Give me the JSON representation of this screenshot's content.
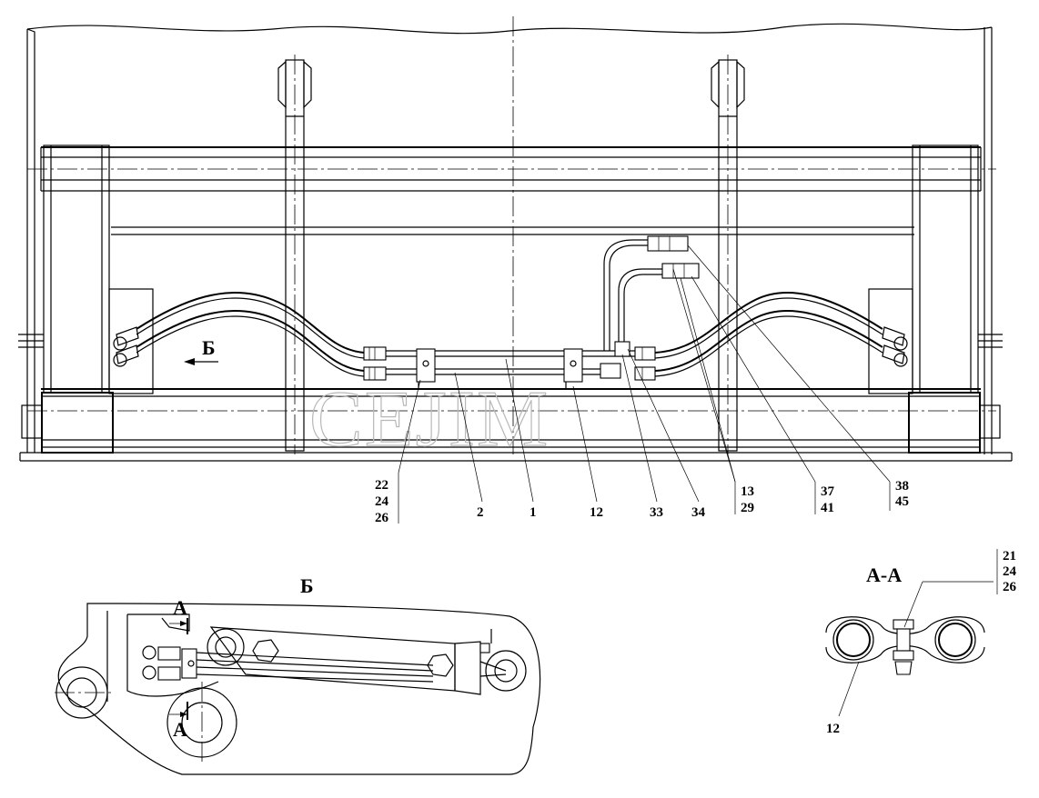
{
  "watermark": "CEJIM",
  "views": {
    "section_b_title": "Б",
    "section_aa_title": "А-А",
    "arrow_b_label": "Б",
    "cut_a_top": "А",
    "cut_a_bottom": "А"
  },
  "callouts": {
    "c1": "1",
    "c2": "2",
    "c12": "12",
    "c33": "33",
    "c34": "34",
    "g22": [
      "22",
      "24",
      "26"
    ],
    "g13": [
      "13",
      "29"
    ],
    "g37": [
      "37",
      "41"
    ],
    "g38": [
      "38",
      "45"
    ],
    "g21": [
      "21",
      "24",
      "26"
    ],
    "aa_part": "12"
  }
}
